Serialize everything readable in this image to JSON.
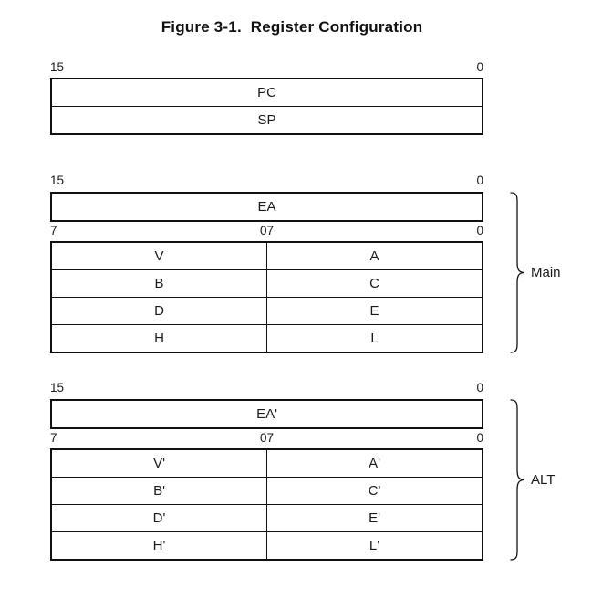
{
  "title": "Figure 3-1.  Register Configuration",
  "pcsp": {
    "bit_left": "15",
    "bit_right": "0",
    "rows": [
      "PC",
      "SP"
    ]
  },
  "main": {
    "bit16_left": "15",
    "bit16_right": "0",
    "ea": "EA",
    "bit8_left": "7",
    "bit8_mid": "07",
    "bit8_right": "0",
    "rows": [
      {
        "left": "V",
        "right": "A"
      },
      {
        "left": "B",
        "right": "C"
      },
      {
        "left": "D",
        "right": "E"
      },
      {
        "left": "H",
        "right": "L"
      }
    ],
    "brace_label": "Main"
  },
  "alt": {
    "bit16_left": "15",
    "bit16_right": "0",
    "ea": "EA'",
    "bit8_left": "7",
    "bit8_mid": "07",
    "bit8_right": "0",
    "rows": [
      {
        "left": "V'",
        "right": "A'"
      },
      {
        "left": "B'",
        "right": "C'"
      },
      {
        "left": "D'",
        "right": "E'"
      },
      {
        "left": "H'",
        "right": "L'"
      }
    ],
    "brace_label": "ALT"
  }
}
